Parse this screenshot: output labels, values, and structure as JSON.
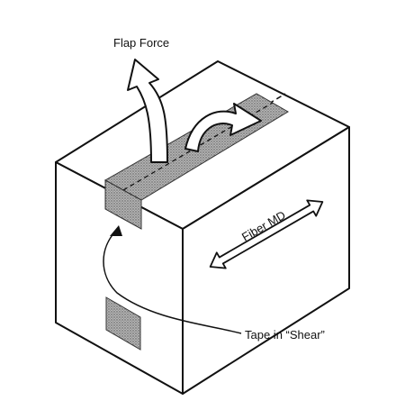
{
  "labels": {
    "flap_force": "Flap Force",
    "fiber_md": "Fiber MD",
    "tape_shear": "Tape in “Shear”"
  },
  "colors": {
    "line": "#111111",
    "tape": "#9a9a9a",
    "background": "#ffffff"
  }
}
